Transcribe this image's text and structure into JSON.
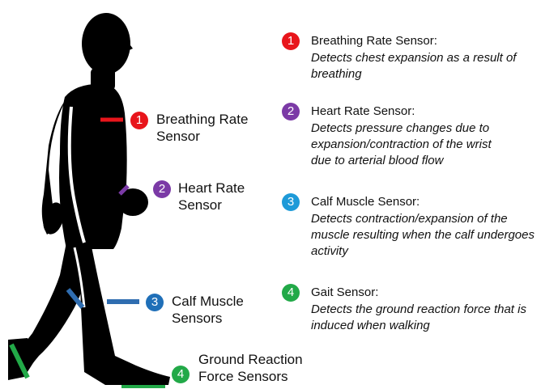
{
  "colors": {
    "sensor_1": "#e8151b",
    "sensor_2": "#7b3aa6",
    "sensor_3": "#1e9ad8",
    "sensor_3_callout": "#1f6fb8",
    "sensor_4": "#22a948",
    "strap_blue": "#2f6db0",
    "silhouette": "#000000"
  },
  "callouts": {
    "breathing": {
      "number": "1",
      "line1": "Breathing Rate",
      "line2": "Sensor"
    },
    "heart": {
      "number": "2",
      "line1": "Heart Rate",
      "line2": "Sensor"
    },
    "calf": {
      "number": "3",
      "line1": "Calf Muscle",
      "line2": "Sensors"
    },
    "ground": {
      "number": "4",
      "line1": "Ground Reaction",
      "line2": "Force Sensors"
    }
  },
  "legend": [
    {
      "number": "1",
      "title": "Breathing Rate Sensor:",
      "desc_lines": [
        "Detects chest expansion as a result of",
        "breathing"
      ]
    },
    {
      "number": "2",
      "title": "Heart Rate Sensor:",
      "desc_lines": [
        "Detects pressure changes due to",
        "expansion/contraction of the wrist",
        "due to arterial blood flow"
      ]
    },
    {
      "number": "3",
      "title": "Calf Muscle Sensor:",
      "desc_lines": [
        "Detects contraction/expansion of the",
        "muscle resulting when the calf undergoes",
        "activity"
      ]
    },
    {
      "number": "4",
      "title": "Gait Sensor:",
      "desc_lines": [
        "Detects the ground reaction force that is",
        "induced when walking"
      ]
    }
  ]
}
